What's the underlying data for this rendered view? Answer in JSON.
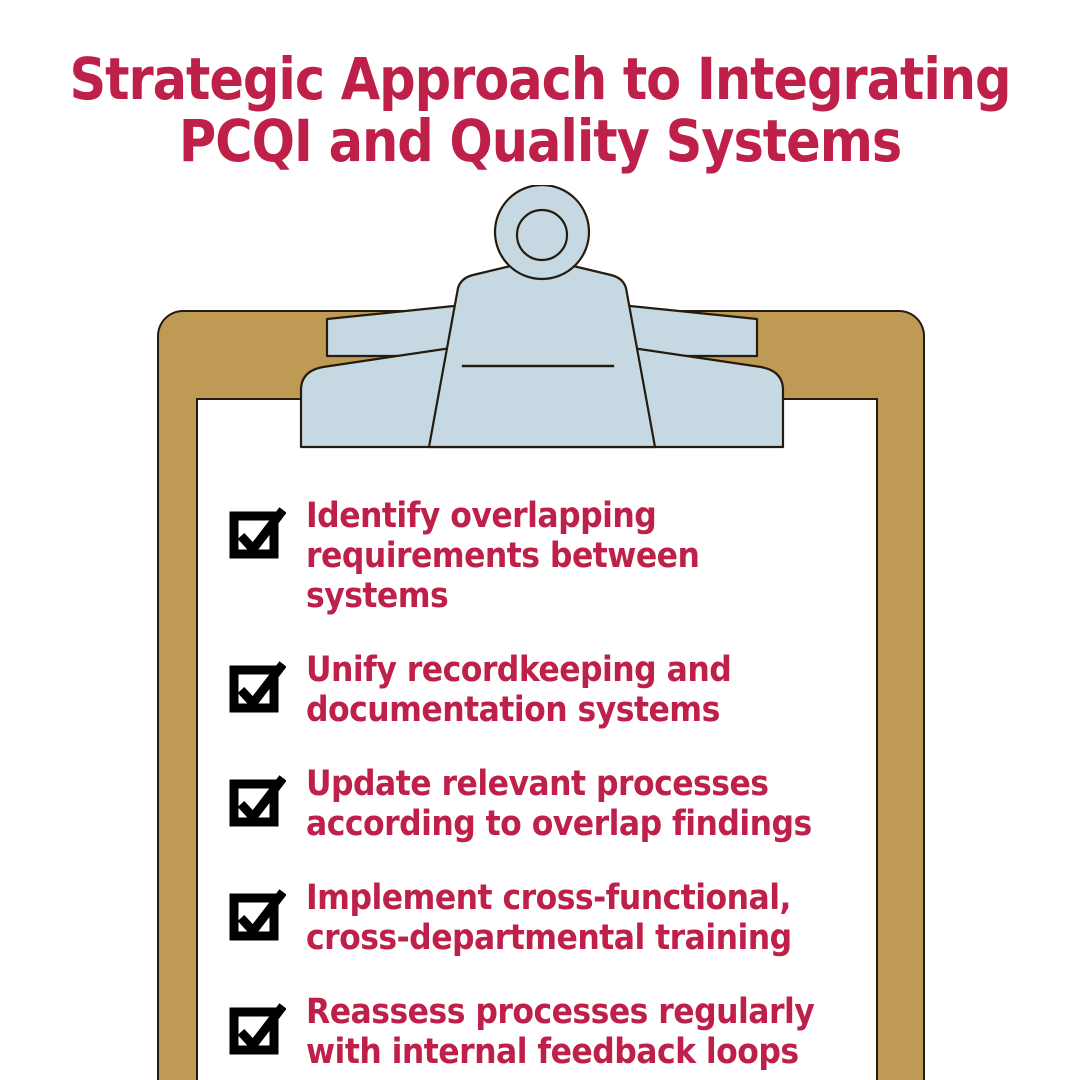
{
  "theme": {
    "background_color": "#ffffff",
    "accent_color": "#be2049",
    "clipboard_color": "#be9a55",
    "clip_color": "#c6d9e2",
    "outline_color": "#241c0e",
    "paper_color": "#ffffff"
  },
  "title": {
    "line1": "Strategic Approach to Integrating",
    "line2": "PCQI and Quality Systems",
    "full": "Strategic Approach to Integrating PCQI and Quality Systems"
  },
  "clipboard": {
    "clip_icon": "clipboard-clip-icon",
    "ring_icon": "clip-ring-icon",
    "detail_line_icon": "clip-detail-line-icon"
  },
  "checklist": {
    "checkbox_icon": "checked-checkbox-icon",
    "items": [
      {
        "id": 1,
        "text": "Identify overlapping\nrequirements between systems",
        "checked": true
      },
      {
        "id": 2,
        "text": "Unify recordkeeping and\ndocumentation systems",
        "checked": true
      },
      {
        "id": 3,
        "text": "Update relevant processes\naccording to overlap findings",
        "checked": true
      },
      {
        "id": 4,
        "text": "Implement cross-functional,\ncross-departmental training",
        "checked": true
      },
      {
        "id": 5,
        "text": "Reassess processes regularly\nwith internal feedback loops",
        "checked": true
      }
    ]
  }
}
